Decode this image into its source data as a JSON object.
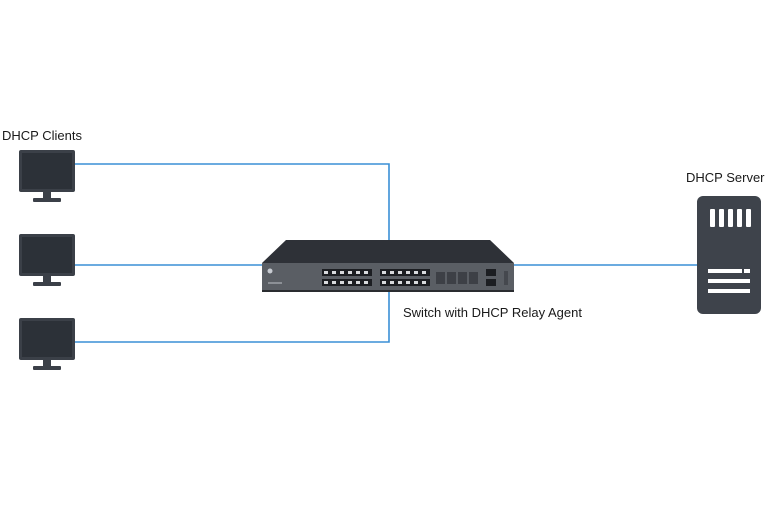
{
  "diagram": {
    "clients_label": "DHCP Clients",
    "server_label": "DHCP Server",
    "switch_label": "Switch with DHCP Relay Agent"
  },
  "nodes": [
    {
      "id": "client-1",
      "type": "desktop-computer-icon"
    },
    {
      "id": "client-2",
      "type": "desktop-computer-icon"
    },
    {
      "id": "client-3",
      "type": "desktop-computer-icon"
    },
    {
      "id": "relay-switch",
      "type": "network-switch-icon"
    },
    {
      "id": "dhcp-server",
      "type": "server-icon"
    }
  ],
  "links": [
    {
      "from": "client-1",
      "to": "relay-switch"
    },
    {
      "from": "client-2",
      "to": "relay-switch"
    },
    {
      "from": "client-3",
      "to": "relay-switch"
    },
    {
      "from": "relay-switch",
      "to": "dhcp-server"
    }
  ],
  "colors": {
    "link": "#3a8fd6",
    "device_dark": "#3b4048",
    "screen": "#2c3138",
    "switch_body": "#2e3137",
    "switch_front": "#5a5e64",
    "server_body": "#3e434b"
  }
}
